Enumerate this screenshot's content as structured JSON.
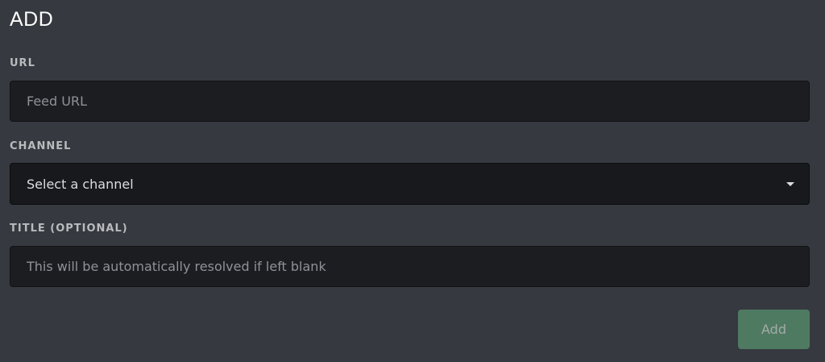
{
  "form": {
    "title": "ADD",
    "url": {
      "label": "URL",
      "value": "",
      "placeholder": "Feed URL"
    },
    "channel": {
      "label": "CHANNEL",
      "selected": "Select a channel"
    },
    "title_field": {
      "label": "TITLE (OPTIONAL)",
      "value": "",
      "placeholder": "This will be automatically resolved if left blank"
    },
    "submit_label": "Add"
  },
  "icons": {
    "select_caret": "caret-down-icon"
  },
  "colors": {
    "background": "#36393f",
    "input_background": "#1c1d21",
    "button_background": "#4f7a62",
    "label": "#b9bbbe",
    "title": "#ffffff"
  }
}
